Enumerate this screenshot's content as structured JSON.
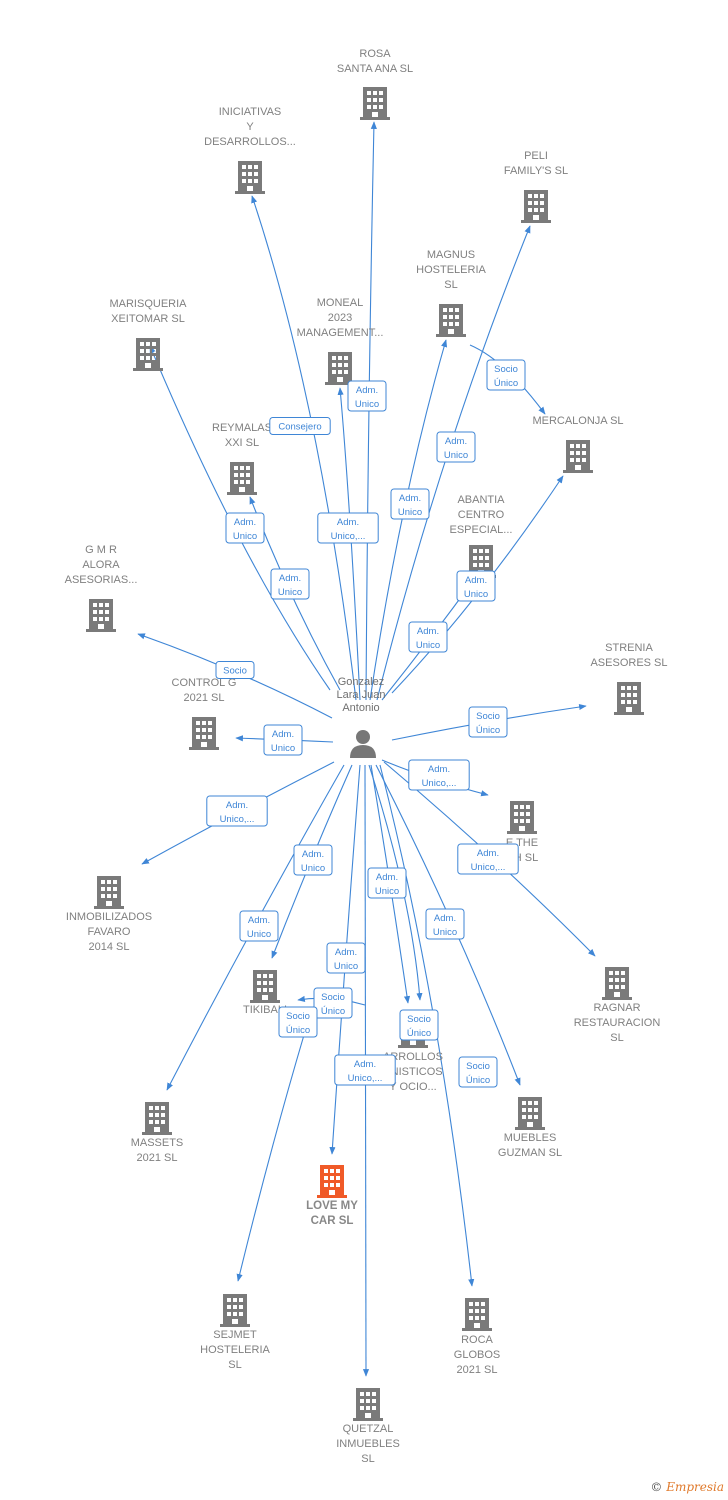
{
  "center": {
    "label_lines": [
      "Gonzalez",
      "Lara Juan",
      "Antonio"
    ],
    "icon": "person-icon"
  },
  "colors": {
    "edge": "#3f86d6",
    "building": "#7a7a7a",
    "building_focus": "#f05a28",
    "label": "#808080"
  },
  "nodes": [
    {
      "id": "rosa",
      "label_lines": [
        "ROSA",
        "SANTA ANA  SL"
      ],
      "focus": false
    },
    {
      "id": "iniciativas",
      "label_lines": [
        "INICIATIVAS",
        "Y",
        "DESARROLLOS..."
      ],
      "focus": false
    },
    {
      "id": "peli",
      "label_lines": [
        "PELI",
        "FAMILY'S SL"
      ],
      "focus": false
    },
    {
      "id": "magnus",
      "label_lines": [
        "MAGNUS",
        "HOSTELERIA",
        "SL"
      ],
      "focus": false
    },
    {
      "id": "marisqueria",
      "label_lines": [
        "MARISQUERIA",
        "XEITOMAR  SL"
      ],
      "focus": false
    },
    {
      "id": "moneal",
      "label_lines": [
        "MONEAL",
        "2023",
        "MANAGEMENT..."
      ],
      "focus": false
    },
    {
      "id": "mercalonja",
      "label_lines": [
        "MERCALONJA SL"
      ],
      "focus": false
    },
    {
      "id": "reymalas",
      "label_lines": [
        "REYMALAS",
        "XXI SL"
      ],
      "focus": false
    },
    {
      "id": "abantia",
      "label_lines": [
        "ABANTIA",
        "CENTRO",
        "ESPECIAL..."
      ],
      "focus": false
    },
    {
      "id": "gmr",
      "label_lines": [
        "G M R",
        "ALORA",
        "ASESORIAS..."
      ],
      "focus": false
    },
    {
      "id": "strenia",
      "label_lines": [
        "STRENIA",
        "ASESORES  SL"
      ],
      "focus": false
    },
    {
      "id": "controlg",
      "label_lines": [
        "CONTROL G",
        "2021  SL"
      ],
      "focus": false
    },
    {
      "id": "thebeach",
      "label_lines": [
        "E THE",
        "CH  SL"
      ],
      "focus": false
    },
    {
      "id": "inmobilizados",
      "label_lines": [
        "INMOBILIZADOS",
        "FAVARO",
        "2014  SL"
      ],
      "focus": false
    },
    {
      "id": "ragnar",
      "label_lines": [
        "RAGNAR",
        "RESTAURACION",
        "SL"
      ],
      "focus": false
    },
    {
      "id": "tikibali",
      "label_lines": [
        "TIKIBALI"
      ],
      "focus": false
    },
    {
      "id": "desarrollos",
      "label_lines": [
        "ARROLLOS",
        "ANISTICOS",
        "Y OCIO..."
      ],
      "focus": false
    },
    {
      "id": "massets",
      "label_lines": [
        "MASSETS",
        "2021  SL"
      ],
      "focus": false
    },
    {
      "id": "muebles",
      "label_lines": [
        "MUEBLES",
        "GUZMAN  SL"
      ],
      "focus": false
    },
    {
      "id": "lovemycar",
      "label_lines": [
        "LOVE MY",
        "CAR  SL"
      ],
      "focus": true
    },
    {
      "id": "sejmet",
      "label_lines": [
        "SEJMET",
        "HOSTELERIA",
        "SL"
      ],
      "focus": false
    },
    {
      "id": "roca",
      "label_lines": [
        "ROCA",
        "GLOBOS",
        "2021  SL"
      ],
      "focus": false
    },
    {
      "id": "quetzal",
      "label_lines": [
        "QUETZAL",
        "INMUEBLES",
        "SL"
      ],
      "focus": false
    }
  ],
  "edges": [
    {
      "id": "e-rosa",
      "label_lines": [
        "Adm.",
        "Unico"
      ]
    },
    {
      "id": "e-iniciativas",
      "label_lines": [
        "Consejero"
      ]
    },
    {
      "id": "e-peli",
      "label_lines": [
        "Adm.",
        "Unico"
      ]
    },
    {
      "id": "e-magnus",
      "label_lines": [
        "Adm.",
        "Unico"
      ]
    },
    {
      "id": "e-marisqueria",
      "label_lines": [
        "Adm.",
        "Unico"
      ]
    },
    {
      "id": "e-moneal",
      "label_lines": [
        "Adm.",
        "Unico,..."
      ]
    },
    {
      "id": "e-mercalonja",
      "label_lines": [
        "Socio",
        "Único"
      ]
    },
    {
      "id": "e-reymalas",
      "label_lines": [
        "Adm.",
        "Unico"
      ]
    },
    {
      "id": "e-abantia",
      "label_lines": [
        "Adm.",
        "Unico"
      ]
    },
    {
      "id": "e-mercalonja2",
      "label_lines": [
        "Adm.",
        "Unico"
      ]
    },
    {
      "id": "e-gmr",
      "label_lines": [
        "Socio"
      ]
    },
    {
      "id": "e-strenia",
      "label_lines": [
        "Socio",
        "Único"
      ]
    },
    {
      "id": "e-controlg",
      "label_lines": [
        "Adm.",
        "Unico"
      ]
    },
    {
      "id": "e-thebeach",
      "label_lines": [
        "Adm.",
        "Unico,..."
      ]
    },
    {
      "id": "e-inmobilizados",
      "label_lines": [
        "Adm.",
        "Unico,..."
      ]
    },
    {
      "id": "e-ragnar",
      "label_lines": [
        "Adm.",
        "Unico,..."
      ]
    },
    {
      "id": "e-tikibali",
      "label_lines": [
        "Adm.",
        "Unico"
      ]
    },
    {
      "id": "e-desarrollos",
      "label_lines": [
        "Adm.",
        "Unico"
      ]
    },
    {
      "id": "e-massets",
      "label_lines": [
        "Adm.",
        "Unico"
      ]
    },
    {
      "id": "e-muebles",
      "label_lines": [
        "Adm.",
        "Unico"
      ]
    },
    {
      "id": "e-lovemycar",
      "label_lines": [
        "Adm.",
        "Unico"
      ]
    },
    {
      "id": "e-tikibali2",
      "label_lines": [
        "Socio",
        "Único"
      ]
    },
    {
      "id": "e-sejmet",
      "label_lines": [
        "Socio",
        "Único"
      ]
    },
    {
      "id": "e-desarrollos2",
      "label_lines": [
        "Socio",
        "Único"
      ]
    },
    {
      "id": "e-quetzal",
      "label_lines": [
        "Adm.",
        "Unico,..."
      ]
    },
    {
      "id": "e-roca",
      "label_lines": [
        "Socio",
        "Único"
      ]
    }
  ],
  "footer": {
    "copyright": "©",
    "brand": "Empresia"
  }
}
